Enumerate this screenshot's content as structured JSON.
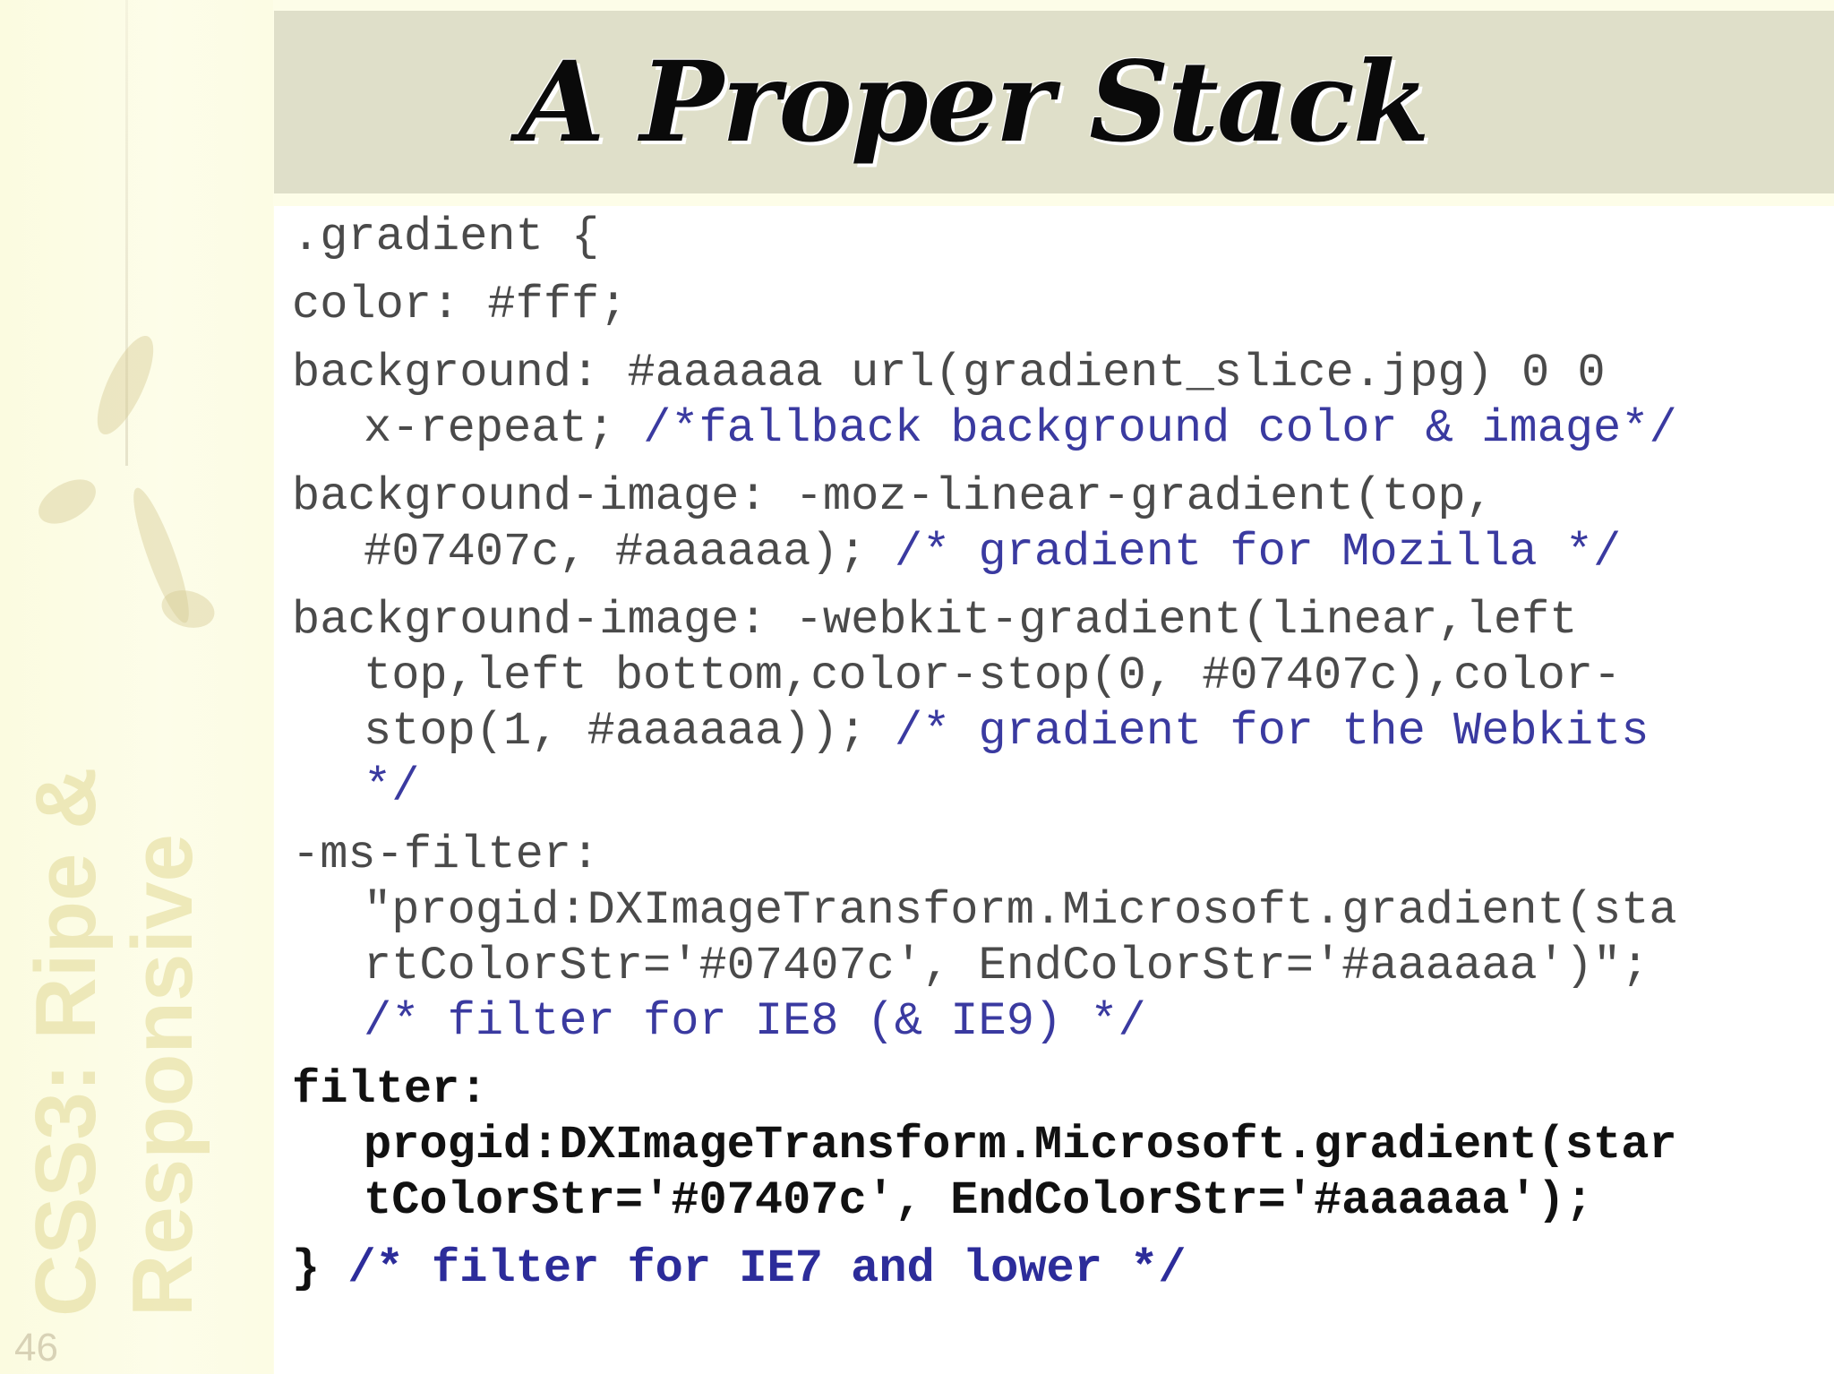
{
  "sidebar": {
    "vertical_title_line1": "CSS3: Ripe &",
    "vertical_title_line2": "Responsive",
    "slide_number": "46"
  },
  "header": {
    "title": "A Proper Stack"
  },
  "code": {
    "line1": ".gradient {",
    "line2": "color: #fff;",
    "line3a": "background: #aaaaaa url(gradient_slice.jpg) 0 0",
    "line3b": "x-repeat; ",
    "line3b_comment": "/*fallback background color & image*/",
    "line4a": "background-image: -moz-linear-gradient(top,",
    "line4b": "#07407c, #aaaaaa); ",
    "line4b_comment": "/* gradient for Mozilla */",
    "line5a": "background-image: -webkit-gradient(linear,left",
    "line5b": "top,left bottom,color-stop(0, #07407c),color-",
    "line5c": "stop(1, #aaaaaa)); ",
    "line5c_comment": "/* gradient for the Webkits",
    "line5d_comment": "*/",
    "line6a": "-ms-filter:",
    "line6b": "\"progid:DXImageTransform.Microsoft.gradient(sta",
    "line6c": "rtColorStr='#07407c', EndColorStr='#aaaaaa')\";",
    "line6d_comment": "/* filter for IE8 (& IE9) */",
    "line7a": "filter:",
    "line7b": "progid:DXImageTransform.Microsoft.gradient(star",
    "line7c": "tColorStr='#07407c', EndColorStr='#aaaaaa');",
    "line8": "} ",
    "line8_comment": "/* filter for IE7 and lower */"
  }
}
